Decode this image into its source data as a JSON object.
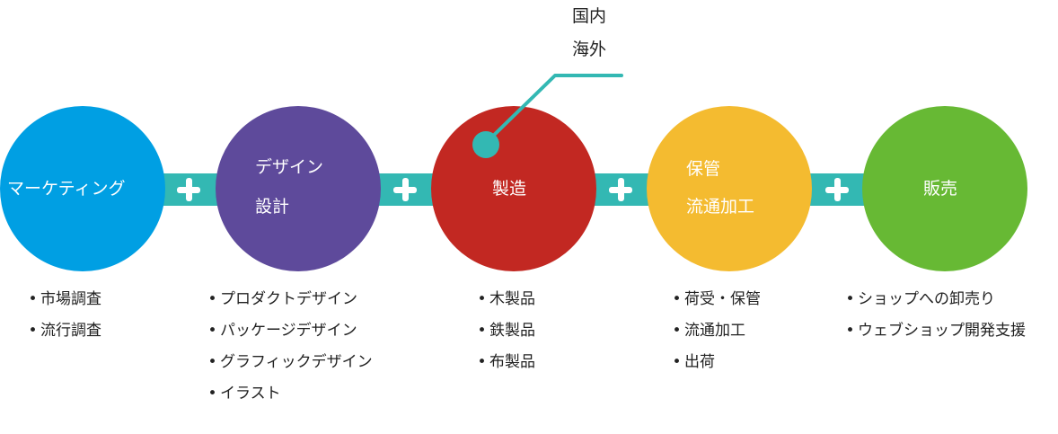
{
  "colors": {
    "connector": "#33b8b3",
    "marketing": "#009fe3",
    "design": "#5e4a9b",
    "manufacturing": "#c22822",
    "storage": "#f4bb30",
    "sales": "#67b934",
    "plus": "#ffffff"
  },
  "callout": {
    "lines": [
      "国内",
      "海外"
    ]
  },
  "steps": [
    {
      "label_lines": [
        "マーケティング"
      ],
      "items": [
        "市場調査",
        "流行調査"
      ]
    },
    {
      "label_lines": [
        "デザイン",
        "設計"
      ],
      "items": [
        "プロダクトデザイン",
        "パッケージデザイン",
        "グラフィックデザイン",
        "イラスト"
      ]
    },
    {
      "label_lines": [
        "製造"
      ],
      "items": [
        "木製品",
        "鉄製品",
        "布製品"
      ]
    },
    {
      "label_lines": [
        "保管",
        "流通加工"
      ],
      "items": [
        "荷受・保管",
        "流通加工",
        "出荷"
      ]
    },
    {
      "label_lines": [
        "販売"
      ],
      "items": [
        "ショップへの卸売り",
        "ウェブショップ開発支援"
      ]
    }
  ],
  "connector_symbol": "plus-icon"
}
